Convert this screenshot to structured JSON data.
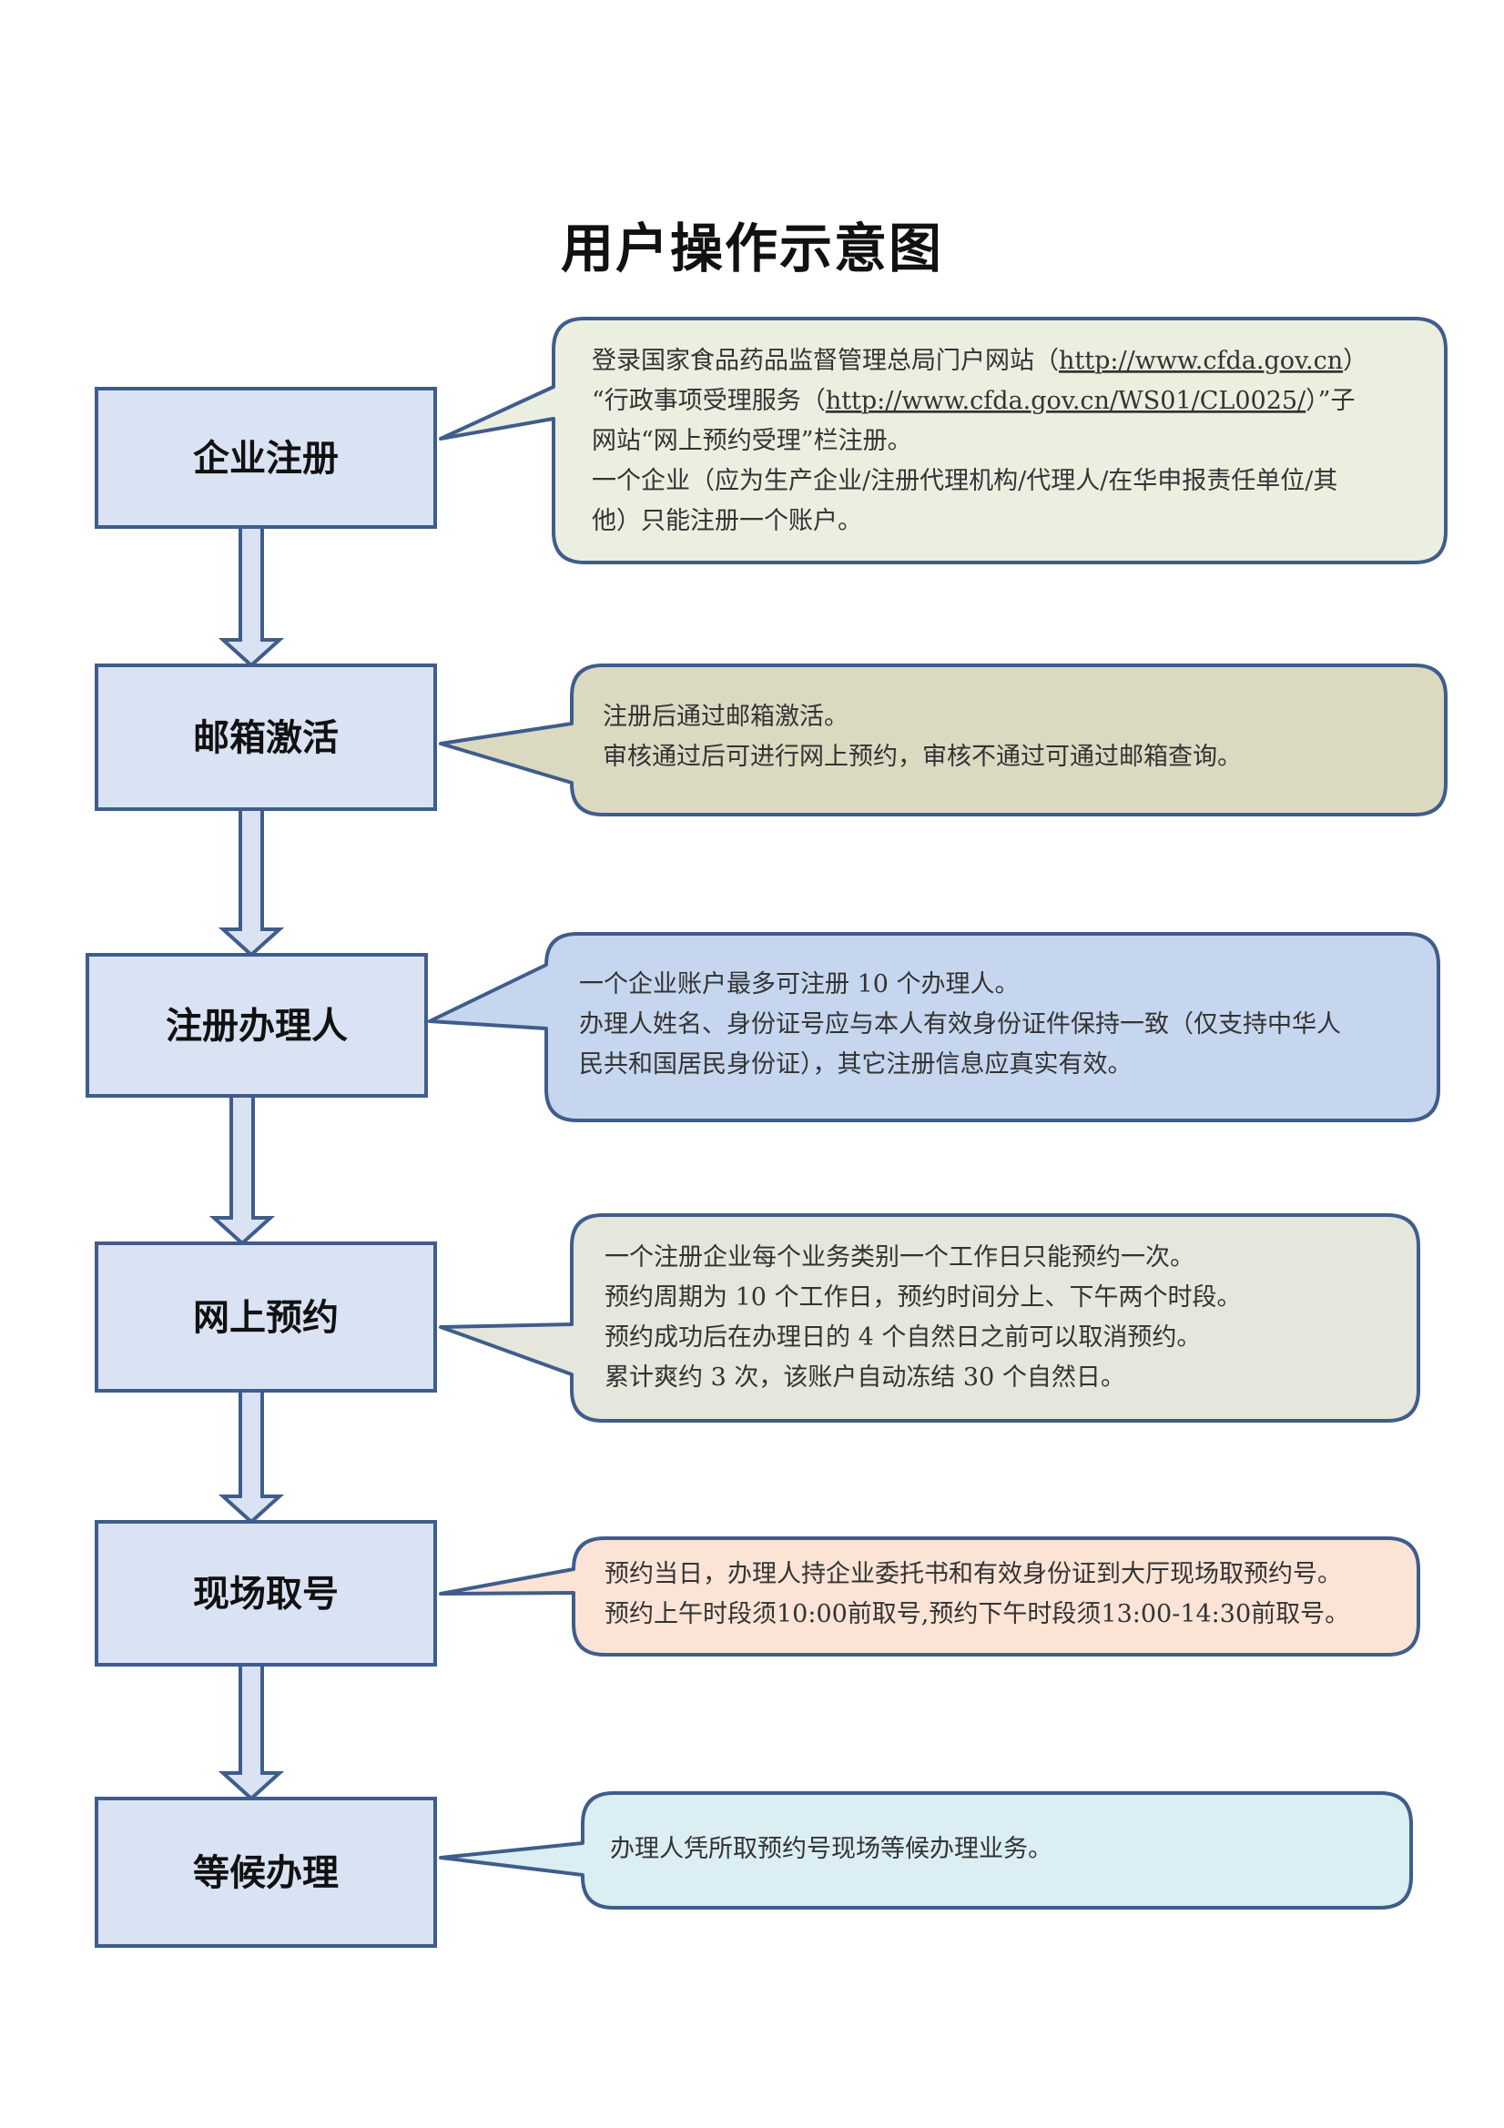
{
  "title": "用户操作示意图",
  "colors": {
    "box_fill": "#dae3f3",
    "box_border": "#3f5d8c",
    "arrow_fill": "#dae3f3",
    "arrow_border": "#3f5d8c",
    "callout_border": "#3f5d8c"
  },
  "steps": [
    {
      "label": "企业注册",
      "callout_fill": "#ebefe0",
      "lines": [
        [
          {
            "t": "登录国家食品药品监督管理总局门户网站（"
          },
          {
            "t": "http://www.cfda.gov.cn",
            "link": true
          },
          {
            "t": "）"
          }
        ],
        [
          {
            "t": "“行政事项受理服务（"
          },
          {
            "t": "http://www.cfda.gov.cn/WS01/CL0025/",
            "link": true
          },
          {
            "t": "）”子"
          }
        ],
        [
          {
            "t": "网站“网上预约受理”栏注册。"
          }
        ],
        [
          {
            "t": "一个企业（应为生产企业/注册代理机构/代理人/在华申报责任单位/其"
          }
        ],
        [
          {
            "t": "他）只能注册一个账户。"
          }
        ]
      ]
    },
    {
      "label": "邮箱激活",
      "callout_fill": "#dcd9c1",
      "lines": [
        [
          {
            "t": "注册后通过邮箱激活。"
          }
        ],
        [
          {
            "t": "审核通过后可进行网上预约，审核不通过可通过邮箱查询。"
          }
        ]
      ]
    },
    {
      "label": "注册办理人",
      "callout_fill": "#c6d6ee",
      "lines": [
        [
          {
            "t": "一个企业账户最多可注册 10 个办理人。"
          }
        ],
        [
          {
            "t": "办理人姓名、身份证号应与本人有效身份证件保持一致（仅支持中华人"
          }
        ],
        [
          {
            "t": "民共和国居民身份证），其它注册信息应真实有效。"
          }
        ]
      ]
    },
    {
      "label": "网上预约",
      "callout_fill": "#e5e7dc",
      "lines": [
        [
          {
            "t": "一个注册企业每个业务类别一个工作日只能预约一次。"
          }
        ],
        [
          {
            "t": "预约周期为 10 个工作日，预约时间分上、下午两个时段。"
          }
        ],
        [
          {
            "t": "预约成功后在办理日的 4 个自然日之前可以取消预约。"
          }
        ],
        [
          {
            "t": "累计爽约 3 次，该账户自动冻结 30 个自然日。"
          }
        ]
      ]
    },
    {
      "label": "现场取号",
      "callout_fill": "#fbe4d6",
      "lines": [
        [
          {
            "t": "预约当日，办理人持企业委托书和有效身份证到大厅现场取预约号。"
          }
        ],
        [
          {
            "t": "预约上午时段须10:00前取号,预约下午时段须13:00-14:30前取号。"
          }
        ]
      ]
    },
    {
      "label": "等候办理",
      "callout_fill": "#dbeef3",
      "lines": [
        [
          {
            "t": "办理人凭所取预约号现场等候办理业务。"
          }
        ]
      ]
    }
  ]
}
